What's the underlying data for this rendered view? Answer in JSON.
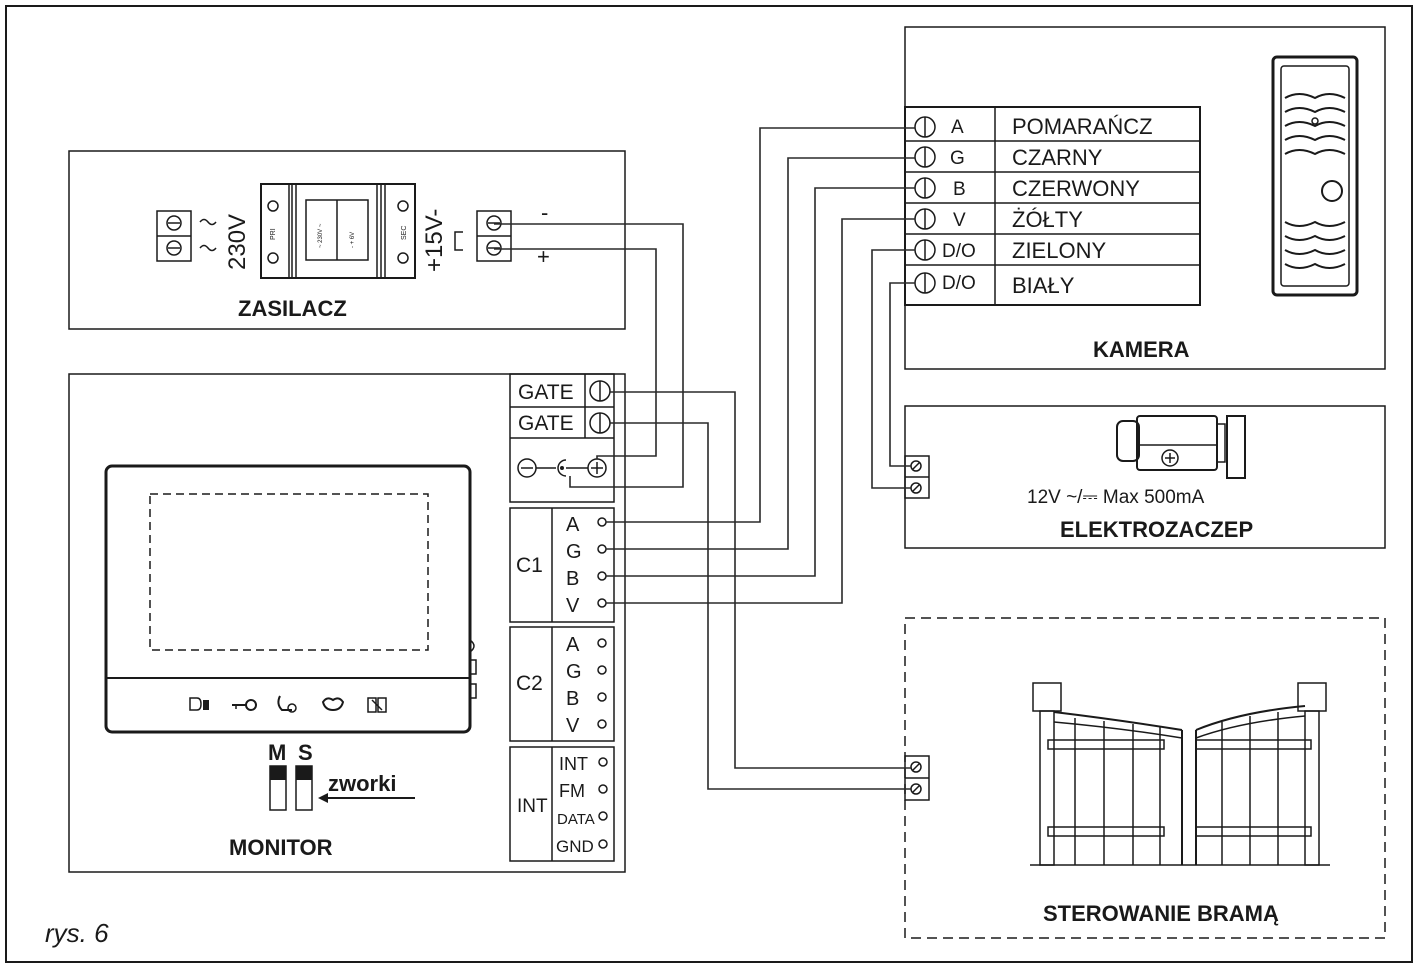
{
  "figure_label": "rys. 6",
  "power_supply": {
    "title": "ZASILACZ",
    "input_voltage": "230V",
    "output_voltage": "+15V-",
    "minus_sign": "-",
    "plus_sign": "+",
    "module_labels": [
      "PRI",
      "SEC",
      "~ 230V ~",
      "- + 6V"
    ]
  },
  "camera": {
    "title": "KAMERA",
    "terminals": [
      {
        "pin": "A",
        "wire": "POMARAŃCZ"
      },
      {
        "pin": "G",
        "wire": "CZARNY"
      },
      {
        "pin": "B",
        "wire": "CZERWONY"
      },
      {
        "pin": "V",
        "wire": "ŻÓŁTY"
      },
      {
        "pin": "D/O",
        "wire": "ZIELONY"
      },
      {
        "pin": "D/O",
        "wire": "BIAŁY"
      }
    ]
  },
  "electric_strike": {
    "title": "ELEKTROZACZEP",
    "spec": "12V ~/⎓ Max 500mA"
  },
  "gate_control": {
    "title": "STEROWANIE BRAMĄ"
  },
  "monitor": {
    "title": "MONITOR",
    "jumpers": {
      "m": "M",
      "s": "S",
      "label": "zworki"
    },
    "terminal_block": {
      "gate_1": "GATE",
      "gate_2": "GATE",
      "c1_label": "C1",
      "c2_label": "C2",
      "int_label": "INT",
      "c1_pins": [
        "A",
        "G",
        "B",
        "V"
      ],
      "c2_pins": [
        "A",
        "G",
        "B",
        "V"
      ],
      "int_pins": [
        "INT",
        "FM",
        "DATA",
        "GND"
      ]
    },
    "buttons": [
      "door-bell-icon",
      "key-icon",
      "intercom-icon",
      "call-transfer-icon",
      "monitor-view-icon"
    ]
  },
  "colors": {
    "line": "#1a1a1a",
    "background": "#ffffff"
  }
}
